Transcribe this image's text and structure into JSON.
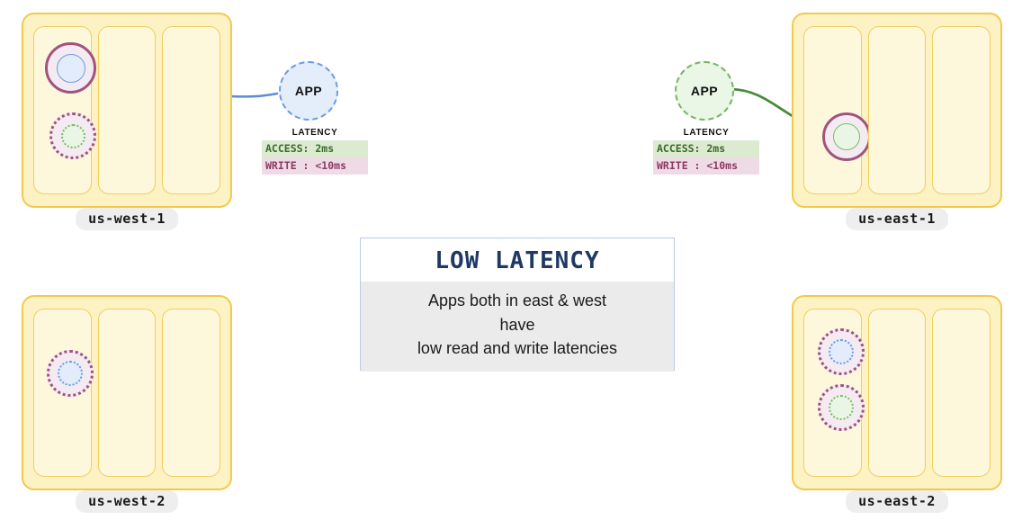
{
  "regions": [
    {
      "id": "us-west-1",
      "label": "us-west-1",
      "racks": 3,
      "shards": [
        {
          "style": "solid",
          "inner": "blue-solid"
        },
        {
          "style": "dotted",
          "inner": "green-dotted"
        }
      ]
    },
    {
      "id": "us-east-1",
      "label": "us-east-1",
      "racks": 3,
      "shards": [
        {
          "style": "solid",
          "inner": "green-solid"
        }
      ]
    },
    {
      "id": "us-west-2",
      "label": "us-west-2",
      "racks": 3,
      "shards": [
        {
          "style": "dotted",
          "inner": "blue-dotted"
        }
      ]
    },
    {
      "id": "us-east-2",
      "label": "us-east-2",
      "racks": 3,
      "shards": [
        {
          "style": "dotted",
          "inner": "blue-dotted"
        },
        {
          "style": "dotted",
          "inner": "green-dotted"
        }
      ]
    }
  ],
  "apps": {
    "west": {
      "label": "APP",
      "color": "#6c9ce0",
      "latency": {
        "title": "LATENCY",
        "access": "ACCESS: 2ms",
        "write": "WRITE : <10ms"
      }
    },
    "east": {
      "label": "APP",
      "color": "#4a8a3a",
      "latency": {
        "title": "LATENCY",
        "access": "ACCESS: 2ms",
        "write": "WRITE : <10ms"
      }
    }
  },
  "callout": {
    "title": "LOW LATENCY",
    "line1": "Apps both in east & west",
    "line2": "have",
    "line3": "low read and write latencies"
  },
  "colors": {
    "region_fill": "#fdf2c4",
    "region_border": "#f2c94c",
    "rack_fill": "#fdf7dc",
    "shard_ring": "#a0537f",
    "blue_accent": "#6c9ce0",
    "green_accent": "#7fb96a",
    "callout_title": "#1f3864",
    "callout_border": "#b6cde5"
  }
}
